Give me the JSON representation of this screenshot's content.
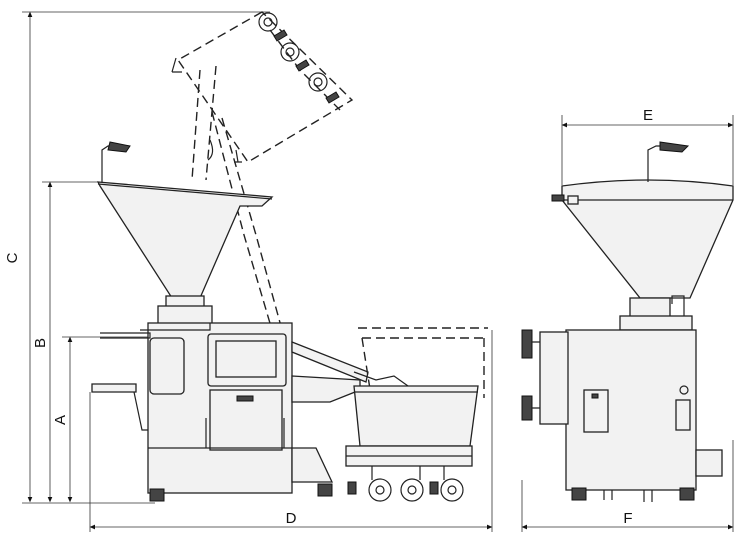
{
  "dimensions": {
    "A": "A",
    "B": "B",
    "C": "C",
    "D": "D",
    "E": "E",
    "F": "F"
  },
  "colors": {
    "line": "#222222",
    "body": "#f2f2f2",
    "background": "#ffffff"
  }
}
